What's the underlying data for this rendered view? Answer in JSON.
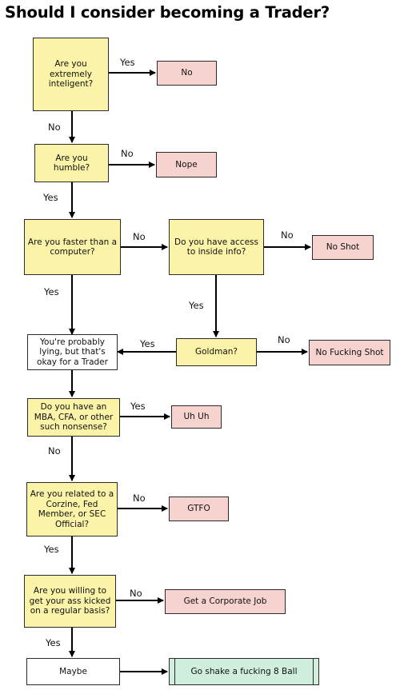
{
  "title": "Should I consider becoming a Trader?",
  "nodes": {
    "q_intelligent": "Are you extremely inteligent?",
    "a_no": "No",
    "q_humble": "Are you humble?",
    "a_nope": "Nope",
    "q_faster": "Are you faster than a computer?",
    "q_inside": "Do you have access to inside info?",
    "a_noshot": "No Shot",
    "q_goldman": "Goldman?",
    "a_nofucking": "No Fucking Shot",
    "n_lying": "You're probably lying, but that's okay for a Trader",
    "q_mba": "Do you have an MBA, CFA, or other such nonsense?",
    "a_uhuh": "Uh Uh",
    "q_related": "Are you related to a Corzine, Fed Member, or SEC Official?",
    "a_gtfo": "GTFO",
    "q_asskicked": "Are you willing to get your ass kicked on a regular basis?",
    "a_corporate": "Get a Corporate Job",
    "n_maybe": "Maybe",
    "a_8ball": "Go shake a fucking 8 Ball"
  },
  "edge_labels": {
    "intelligent_yes": "Yes",
    "intelligent_no": "No",
    "humble_no": "No",
    "humble_yes": "Yes",
    "faster_no": "No",
    "faster_yes": "Yes",
    "inside_no": "No",
    "inside_yes": "Yes",
    "goldman_no": "No",
    "goldman_yes": "Yes",
    "mba_yes": "Yes",
    "mba_no": "No",
    "related_no": "No",
    "related_yes": "Yes",
    "asskicked_no": "No",
    "asskicked_yes": "Yes"
  }
}
